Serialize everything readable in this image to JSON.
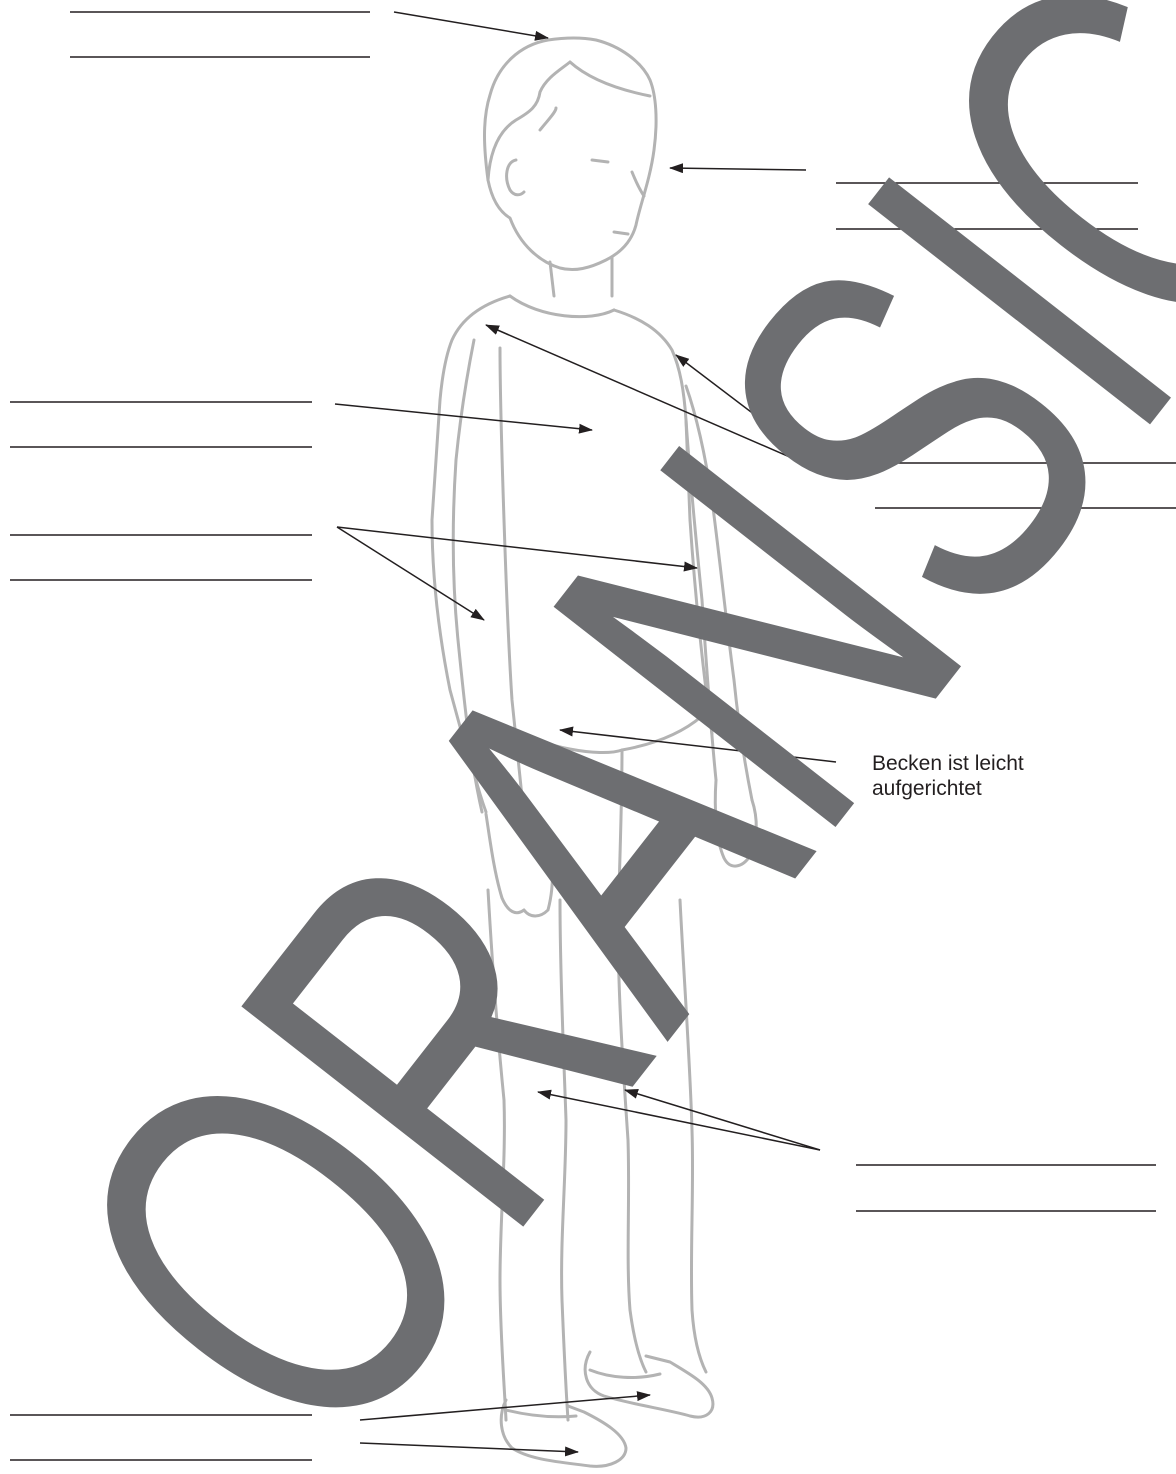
{
  "worksheet": {
    "annotations": [
      {
        "id": "pelvis",
        "text": "Becken ist leicht\naufgerichtet"
      }
    ],
    "answer_line_groups": [
      {
        "id": "head",
        "lines": 2
      },
      {
        "id": "face",
        "lines": 2
      },
      {
        "id": "chest",
        "lines": 2
      },
      {
        "id": "arms",
        "lines": 2
      },
      {
        "id": "shoulders",
        "lines": 2
      },
      {
        "id": "knees",
        "lines": 2
      },
      {
        "id": "feet",
        "lines": 2
      }
    ],
    "watermark": {
      "text": "ORANSICHT"
    }
  },
  "colors": {
    "figure_outline": "#b3b3b3",
    "lines": "#231f20",
    "watermark": "#6d6e71",
    "background": "#ffffff"
  }
}
